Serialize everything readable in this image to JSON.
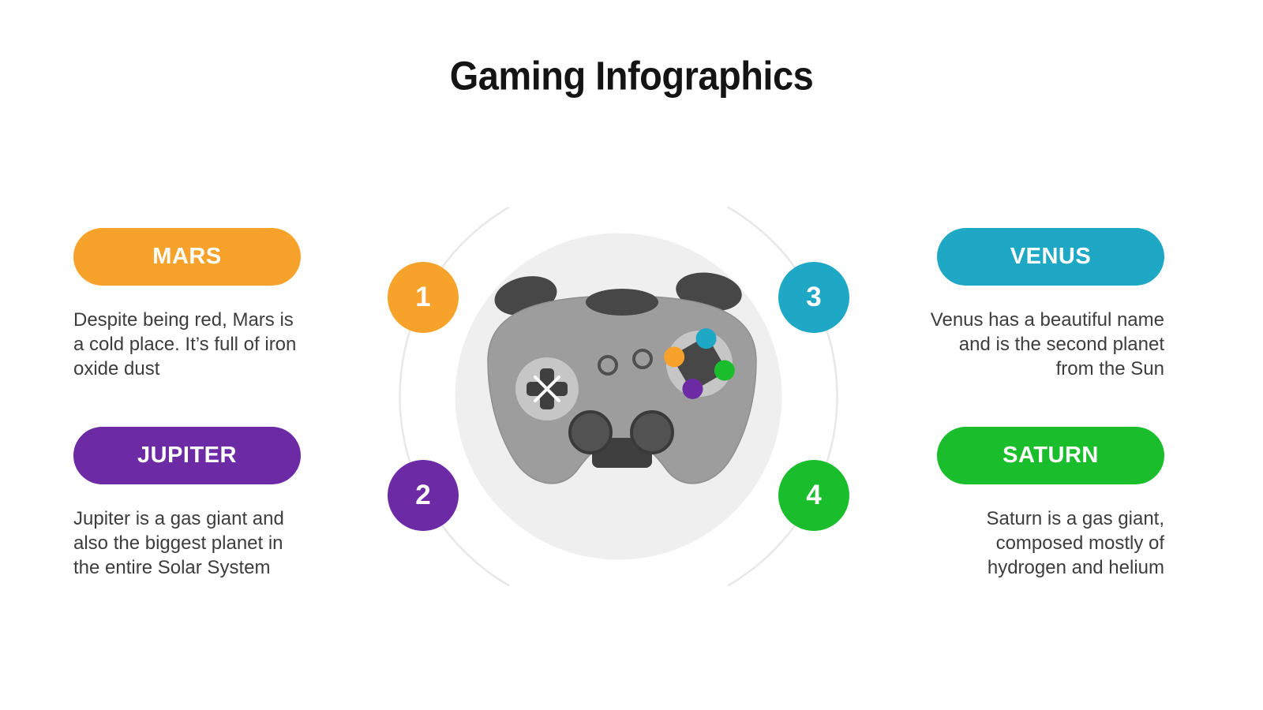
{
  "title": "Gaming Infographics",
  "colors": {
    "orange": "#F7A32B",
    "purple": "#6C2BA5",
    "teal": "#1EA8C6",
    "green": "#1ABE2D",
    "backdrop_gray": "#EFEFEF",
    "ring_gray": "#E8E8E8",
    "controller_body": "#9D9D9D",
    "controller_dark": "#474747",
    "text_dark": "#3D3D3D"
  },
  "cards": [
    {
      "label": "MARS",
      "number": "1",
      "color": "#F7A32B",
      "text": "Despite being red, Mars is a cold place. It’s full of iron oxide dust"
    },
    {
      "label": "JUPITER",
      "number": "2",
      "color": "#6C2BA5",
      "text": "Jupiter is a gas giant and also the biggest planet in the entire Solar System"
    },
    {
      "label": "VENUS",
      "number": "3",
      "color": "#1EA8C6",
      "text": "Venus has a beautiful name and is the second planet from the Sun"
    },
    {
      "label": "SATURN",
      "number": "4",
      "color": "#1ABE2D",
      "text": "Saturn is a gas giant, composed mostly of hydrogen and helium"
    }
  ]
}
